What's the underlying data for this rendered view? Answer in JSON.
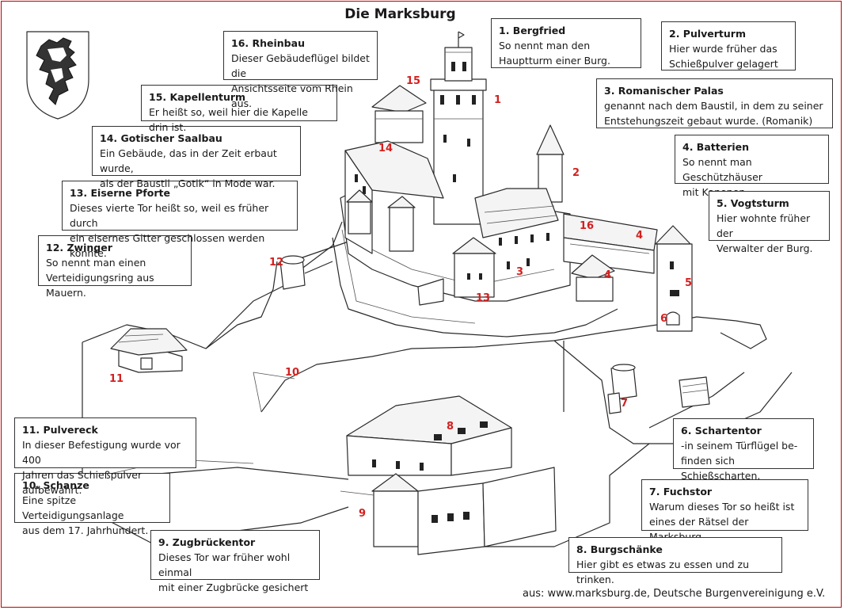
{
  "title": "Die Marksburg",
  "source": "aus: www.marksburg.de, Deutsche Burgenvereinigung e.V.",
  "colors": {
    "marker": "#d32020",
    "frame": "#c00000",
    "line": "#2a2a2a"
  },
  "coat_of_arms": {
    "icon": "lion-rampant-shield-icon"
  },
  "callouts": [
    {
      "num": "1",
      "heading": "1. Bergfried",
      "text": "So nennt man den\nHauptturm einer Burg."
    },
    {
      "num": "2",
      "heading": "2. Pulverturm",
      "text": "Hier wurde früher das\nSchießpulver gelagert"
    },
    {
      "num": "3",
      "heading": "3.  Romanischer Palas",
      "text": "genannt nach dem Baustil, in dem zu seiner\nEntstehungszeit gebaut wurde. (Romanik)"
    },
    {
      "num": "4",
      "heading": "4.  Batterien",
      "text": "So nennt man Geschützhäuser\nmit Kanonen."
    },
    {
      "num": "5",
      "heading": "5.  Vogtsturm",
      "text": "Hier wohnte früher der\nVerwalter der Burg."
    },
    {
      "num": "6",
      "heading": "6. Schartentor",
      "text": "-in seinem Türflügel be-\nfinden sich Schießscharten."
    },
    {
      "num": "7",
      "heading": "7. Fuchstor",
      "text": "Warum dieses Tor so heißt ist\neines der Rätsel der Marksburg."
    },
    {
      "num": "8",
      "heading": "8. Burgschänke",
      "text": "Hier gibt es etwas zu essen und zu trinken."
    },
    {
      "num": "9",
      "heading": "9. Zugbrückentor",
      "text": "Dieses Tor war früher wohl einmal\nmit einer Zugbrücke gesichert"
    },
    {
      "num": "10",
      "heading": "10. Schanze",
      "text": "Eine spitze Verteidigungsanlage\naus dem 17. Jahrhundert."
    },
    {
      "num": "11",
      "heading": "11. Pulvereck",
      "text": "In dieser Befestigung wurde vor 400\nJahren das Schießpulver aufbewahrt."
    },
    {
      "num": "12",
      "heading": "12. Zwinger",
      "text": "So nennt man einen\nVerteidigungsring aus Mauern."
    },
    {
      "num": "13",
      "heading": "13. Eiserne Pforte",
      "text": "Dieses vierte Tor heißt so, weil es früher durch\nein eisernes Gitter geschlossen werden konnte."
    },
    {
      "num": "14",
      "heading": "14. Gotischer Saalbau",
      "text": "Ein Gebäude, das in der Zeit erbaut wurde,\nals der Baustil „Gotik“ in Mode war."
    },
    {
      "num": "15",
      "heading": "15. Kapellenturm",
      "text": "Er heißt so, weil hier die Kapelle drin ist."
    },
    {
      "num": "16",
      "heading": "16. Rheinbau",
      "text": "Dieser Gebäudeflügel bildet die\nAnsichtsseite vom Rhein aus."
    }
  ],
  "markers": [
    "1",
    "2",
    "3",
    "4",
    "4",
    "5",
    "6",
    "7",
    "8",
    "9",
    "10",
    "11",
    "12",
    "13",
    "14",
    "15",
    "16"
  ]
}
